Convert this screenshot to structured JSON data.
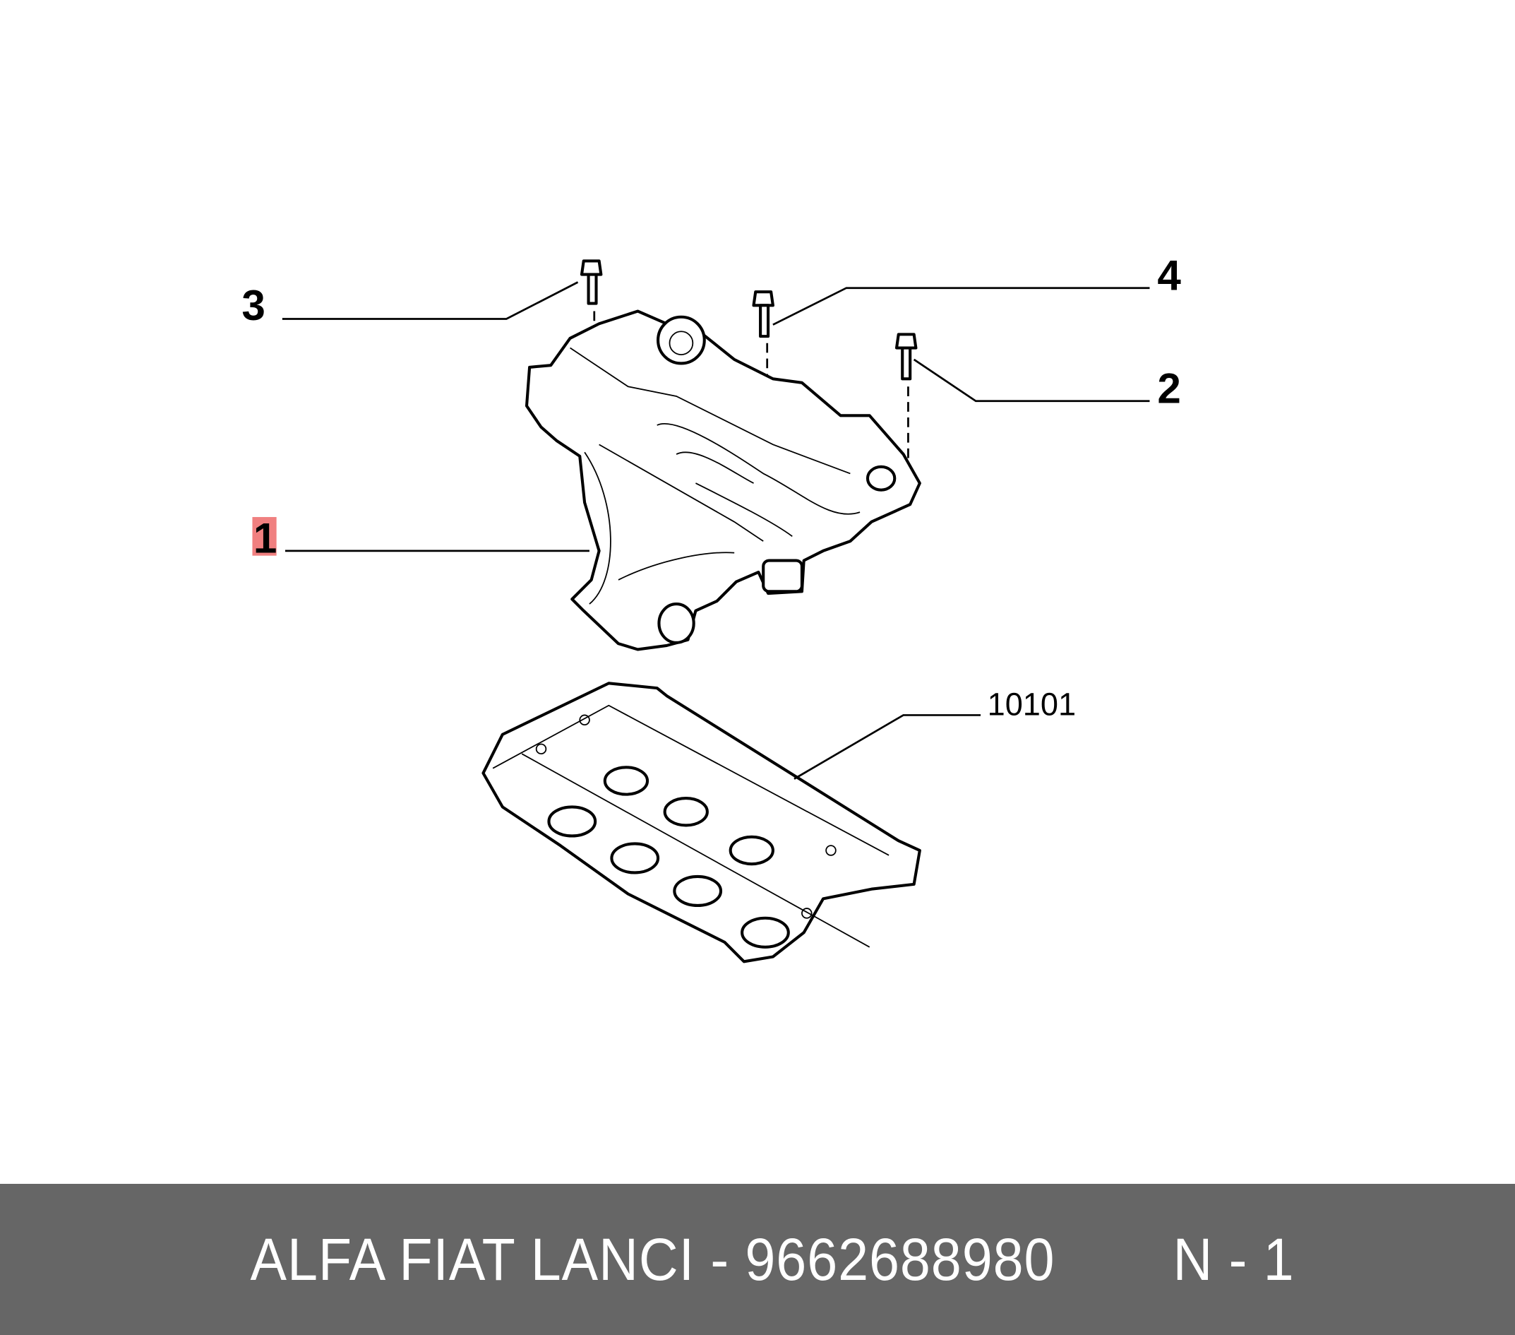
{
  "diagram": {
    "callouts": [
      {
        "id": "1",
        "label": "1",
        "highlighted": true,
        "highlight_color": "#f08080"
      },
      {
        "id": "2",
        "label": "2"
      },
      {
        "id": "3",
        "label": "3"
      },
      {
        "id": "4",
        "label": "4"
      }
    ],
    "reference_label": "10101",
    "parts": [
      "intake-manifold",
      "bolt",
      "bolt",
      "bolt",
      "cylinder-head"
    ]
  },
  "footer": {
    "part_text": "ALFA FIAT LANCI - 9662688980",
    "position_text": "N - 1",
    "background_color": "#666666"
  }
}
